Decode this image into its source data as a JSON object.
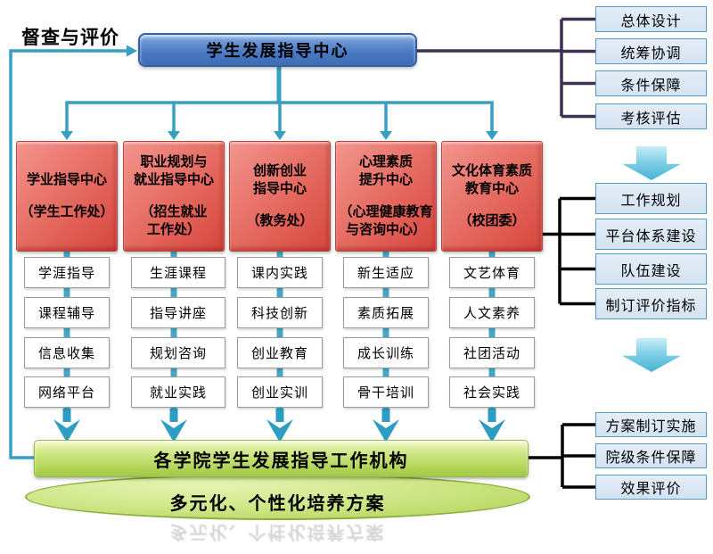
{
  "top_left_label": "督查与评价",
  "center": {
    "title": "学生发展指导中心"
  },
  "columns": [
    {
      "title": "学业指导中心",
      "subtitle": "（学生工作处）",
      "items": [
        "学涯指导",
        "课程辅导",
        "信息收集",
        "网络平台"
      ]
    },
    {
      "title": "职业规划与\n就业指导中心",
      "subtitle": "（招生就业\n工作处）",
      "items": [
        "生涯课程",
        "指导讲座",
        "规划咨询",
        "就业实践"
      ]
    },
    {
      "title": "创新创业\n指导中心",
      "subtitle": "（教务处）",
      "items": [
        "课内实践",
        "科技创新",
        "创业教育",
        "创业实训"
      ]
    },
    {
      "title": "心理素质\n提升中心",
      "subtitle": "（心理健康教育\n与咨询中心）",
      "items": [
        "新生适应",
        "素质拓展",
        "成长训练",
        "骨干培训"
      ]
    },
    {
      "title": "文化体育素质\n教育中心",
      "subtitle": "（校团委）",
      "items": [
        "文艺体育",
        "人文素养",
        "社团活动",
        "社会实践"
      ]
    }
  ],
  "right_groups": [
    {
      "items": [
        "总体设计",
        "统筹协调",
        "条件保障",
        "考核评估"
      ]
    },
    {
      "items": [
        "工作规划",
        "平台体系建设",
        "队伍建设",
        "制订评价指标"
      ]
    },
    {
      "items": [
        "方案制订实施",
        "院级条件保障",
        "效果评价"
      ]
    }
  ],
  "bottom": {
    "bar": "各学院学生发展指导工作机构",
    "ellipse": "多元化、个性化培养方案"
  },
  "palette": {
    "teal_line": "#379FC3",
    "chevron_arrow": "#2D9DC3",
    "purple_connector": "#3F3152",
    "black_connector": "#000000",
    "blue_node": "#4A79C2",
    "red_node": "#DC4F46",
    "light_blue_box": "#D9E6F4",
    "green_node": "#B5D75C",
    "fat_arrow": "#7CCDE4"
  }
}
